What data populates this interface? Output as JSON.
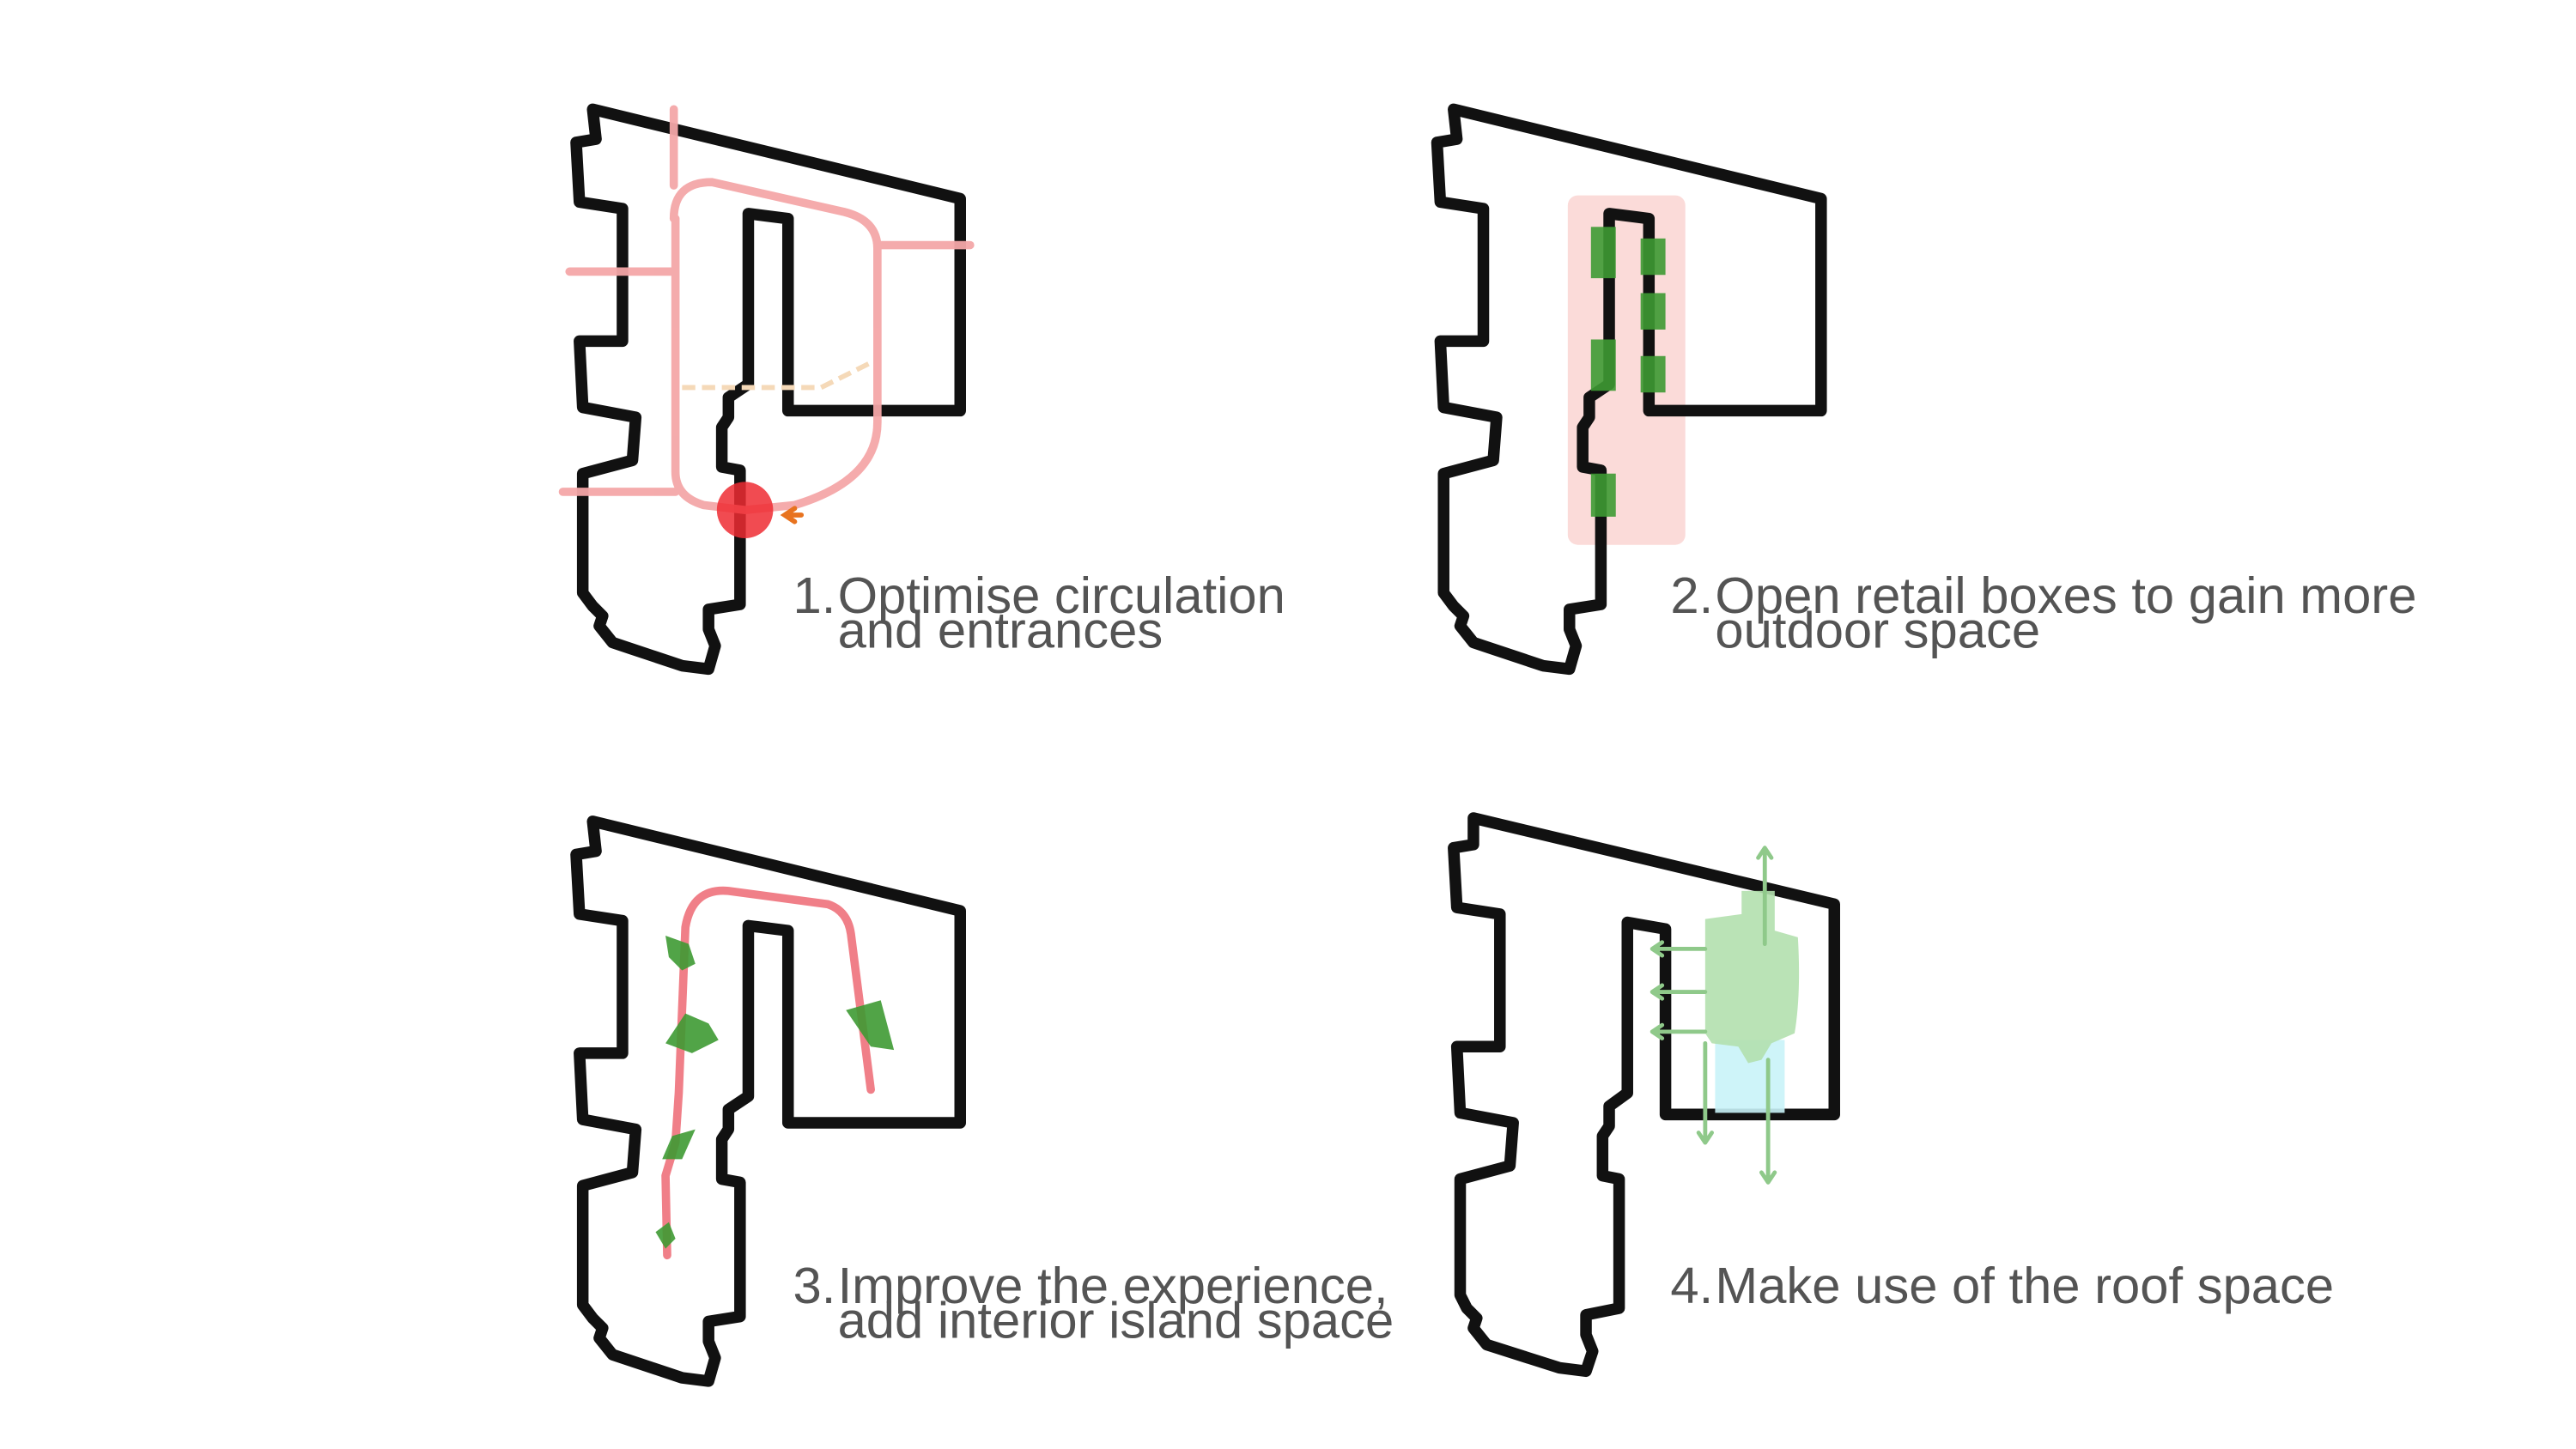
{
  "colors": {
    "background": "#ffffff",
    "outline": "#111111",
    "circulation": "#f4a7a8",
    "entrance_marker": "#ee2b33",
    "arrow_orange": "#e8731f",
    "dashed_path": "#f5d9b8",
    "retail_zone": "#fbd7d5",
    "retail_box": "#3e9a33",
    "route": "#f07f88",
    "island": "#3e9a33",
    "roof_volume": "#b3e0ae",
    "roof_glass": "#c9f3f8",
    "roof_arrows": "#8fc98a",
    "caption_text": "#545454"
  },
  "panels": [
    {
      "id": "circulation",
      "number": "1.",
      "caption_lines": [
        "Optimise circulation",
        "and entrances"
      ],
      "icons": [
        "circulation-path",
        "entrance-marker",
        "arrow-icon"
      ]
    },
    {
      "id": "retail",
      "number": "2.",
      "caption_lines": [
        "Open retail boxes to gain more",
        "outdoor space"
      ],
      "icons": [
        "retail-zone",
        "retail-box"
      ]
    },
    {
      "id": "experience",
      "number": "3.",
      "caption_lines": [
        "Improve the experience,",
        "add interior island space"
      ],
      "icons": [
        "route-path",
        "island-blob"
      ]
    },
    {
      "id": "roof",
      "number": "4.",
      "caption_lines": [
        "Make use of the roof space"
      ],
      "icons": [
        "roof-volume",
        "roof-arrow"
      ]
    }
  ]
}
